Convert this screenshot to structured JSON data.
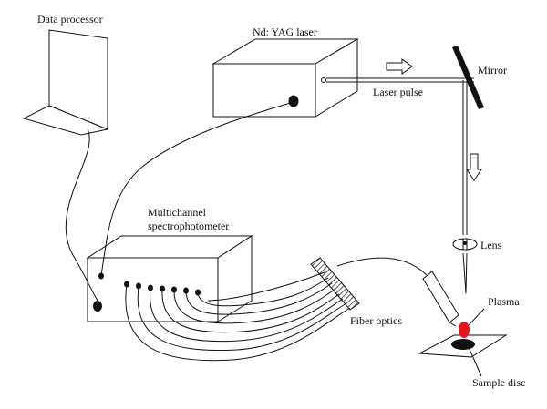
{
  "labels": {
    "data_processor": "Data processor",
    "laser": "Nd: YAG laser",
    "mirror": "Mirror",
    "laser_pulse": "Laser pulse",
    "spectrometer_line1": "Multichannel",
    "spectrometer_line2": "spectrophotometer",
    "lens": "Lens",
    "plasma": "Plasma",
    "fiber_optics": "Fiber optics",
    "sample_disc": "Sample disc"
  },
  "colors": {
    "line": "#111111",
    "plasma": "#e8141e",
    "background": "#ffffff"
  }
}
